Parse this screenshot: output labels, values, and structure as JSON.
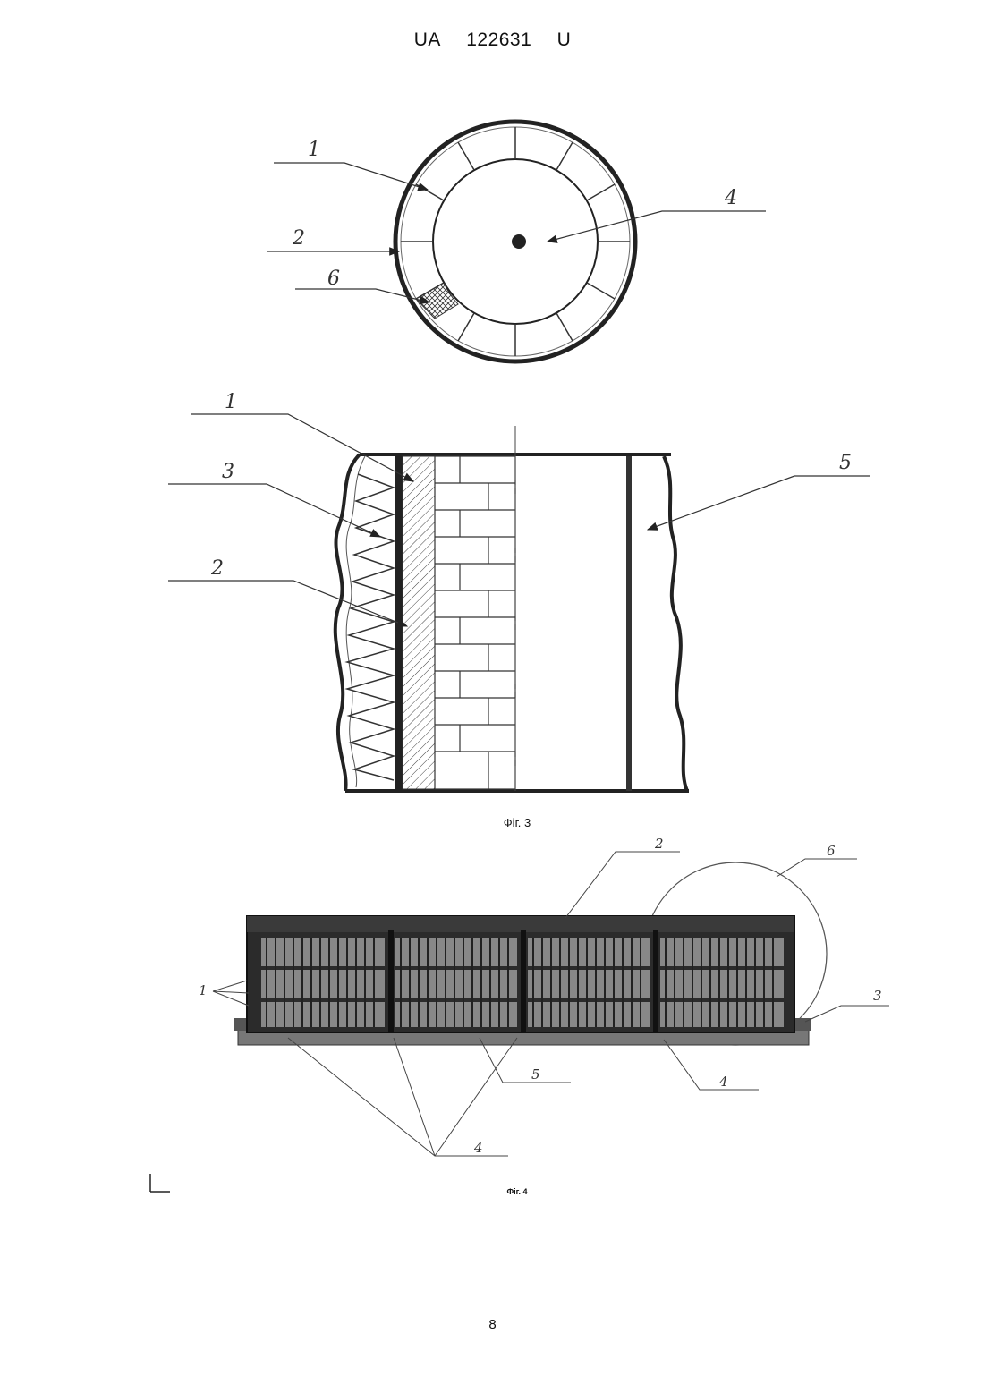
{
  "header": {
    "office": "UA",
    "number": "122631",
    "kind": "U"
  },
  "figure_top": {
    "labels": [
      "1",
      "2",
      "6",
      "4"
    ]
  },
  "figure3": {
    "labels": [
      "1",
      "3",
      "2",
      "5"
    ],
    "caption": "Фіг. 3"
  },
  "figure4": {
    "labels": [
      "2",
      "6",
      "1",
      "3",
      "5",
      "4",
      "4"
    ],
    "caption": "Фіг. 4"
  },
  "page_number": "8"
}
